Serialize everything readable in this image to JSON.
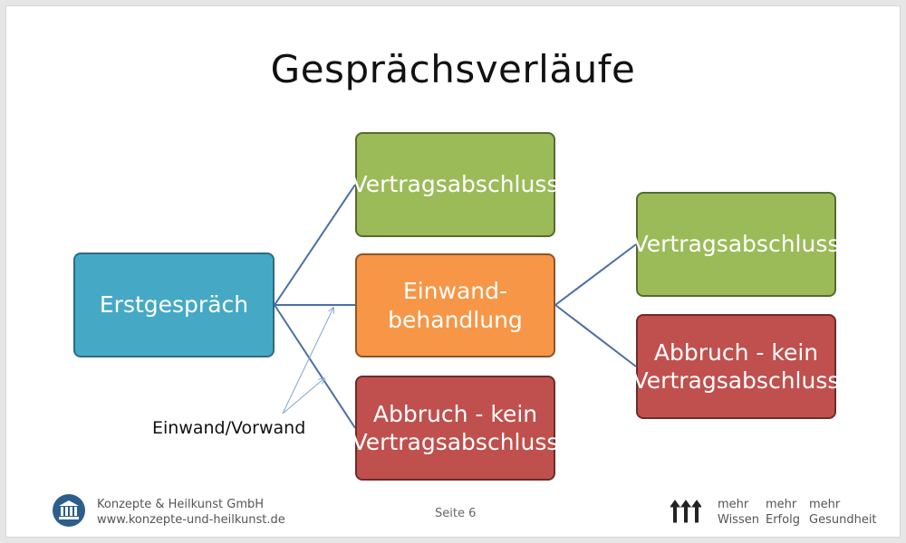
{
  "title": "Gesprächsverläufe",
  "nodes": {
    "start": "Erstgespräch",
    "top": "Vertragsabschluss",
    "middle": "Einwand-\nbehandlung",
    "bottom": "Abbruch - kein\nVertragsabschluss",
    "right_top": "Vertragsabschluss",
    "right_bottom": "Abbruch - kein\nVertragsabschluss"
  },
  "annotation": "Einwand/Vorwand",
  "footer": {
    "company": "Konzepte & Heilkunst GmbH",
    "website": "www.konzepte-und-heilkunst.de",
    "page": "Seite 6",
    "slogan": [
      {
        "line1": "mehr",
        "line2": "Wissen"
      },
      {
        "line1": "mehr",
        "line2": "Erfolg"
      },
      {
        "line1": "mehr",
        "line2": "Gesundheit"
      }
    ]
  },
  "colors": {
    "blue": "#45a9c6",
    "green": "#9bbb59",
    "orange": "#f79646",
    "red": "#c0504d",
    "connector": "#4a6fa5"
  },
  "icons": [
    "logo-icon",
    "up-arrows-icon"
  ]
}
